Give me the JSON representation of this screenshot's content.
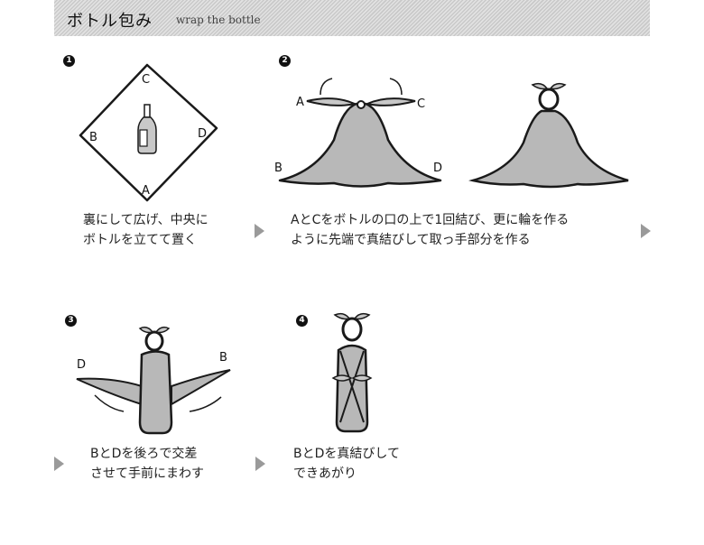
{
  "header": {
    "title": "ボトル包み",
    "subtitle": "wrap the bottle"
  },
  "steps": [
    {
      "number": "1",
      "caption": "裏にして広げ、中央に\nボトルを立てて置く",
      "labels": {
        "a": "A",
        "b": "B",
        "c": "C",
        "d": "D"
      }
    },
    {
      "number": "2",
      "caption": "AとCをボトルの口の上で1回結び、更に輪を作る\nように先端で真結びして取っ手部分を作る",
      "labels": {
        "a": "A",
        "b": "B",
        "c": "C",
        "d": "D"
      }
    },
    {
      "number": "3",
      "caption": "BとDを後ろで交差\nさせて手前にまわす",
      "labels": {
        "b": "B",
        "d": "D"
      }
    },
    {
      "number": "4",
      "caption": "BとDを真結びして\nできあがり"
    }
  ],
  "icons": {
    "next_arrow": "triangle-right",
    "step_badge": "filled-circle-number"
  },
  "colors": {
    "cloth": "#b8b8b8",
    "outline": "#1a1a1a",
    "arrow": "#9a9a9a",
    "header_stripe_light": "#e2e2e2",
    "header_stripe_dark": "#c9c9c9"
  }
}
